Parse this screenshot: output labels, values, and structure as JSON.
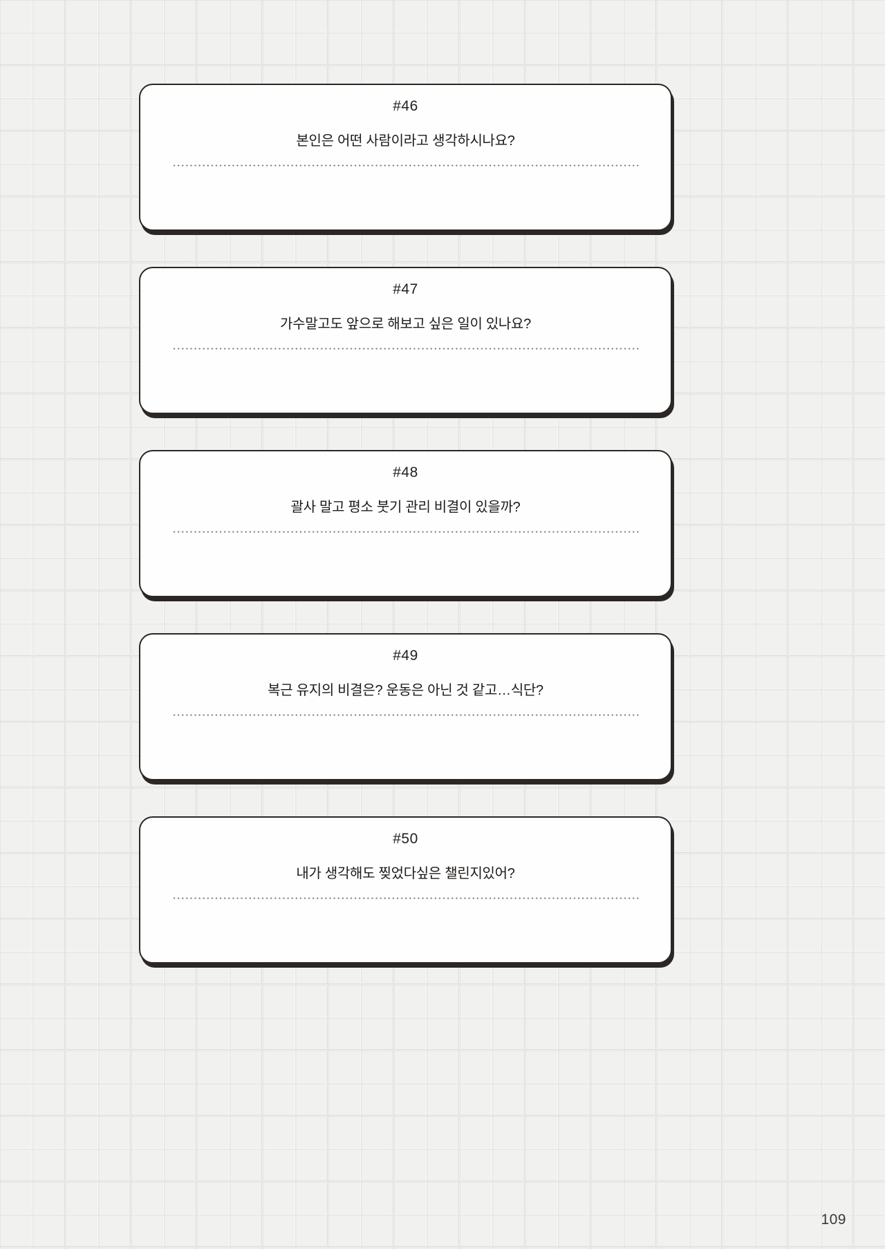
{
  "page": {
    "number": "109",
    "background": "grid-paper",
    "grid_color": "#d8d8d6",
    "paper_color": "#f1f1ef",
    "ink_color": "#2b2724"
  },
  "cards": [
    {
      "number": "#46",
      "question": "본인은 어떤 사람이라고 생각하시나요?",
      "answer": ""
    },
    {
      "number": "#47",
      "question": "가수말고도 앞으로 해보고 싶은 일이 있나요?",
      "answer": ""
    },
    {
      "number": "#48",
      "question": "괄사 말고 평소 붓기 관리 비결이 있을까?",
      "answer": ""
    },
    {
      "number": "#49",
      "question": "복근 유지의 비결은? 운동은 아닌 것 같고…식단?",
      "answer": ""
    },
    {
      "number": "#50",
      "question": "내가 생각해도 찢었다싶은 챌린지있어?",
      "answer": ""
    }
  ]
}
